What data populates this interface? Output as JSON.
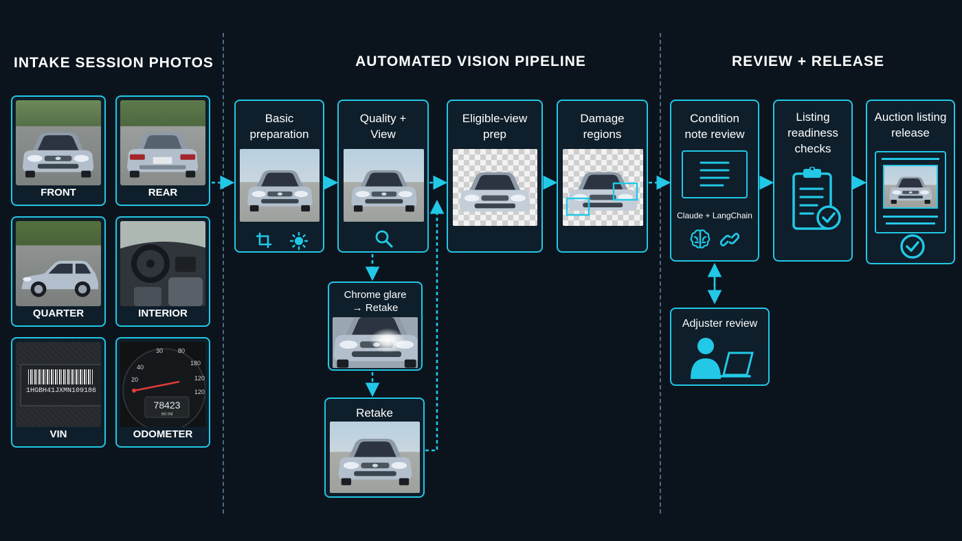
{
  "sections": {
    "intake": "INTAKE SESSION PHOTOS",
    "pipeline": "AUTOMATED VISION PIPELINE",
    "review": "REVIEW + RELEASE"
  },
  "intake_photos": [
    {
      "label": "FRONT"
    },
    {
      "label": "REAR"
    },
    {
      "label": "QUARTER"
    },
    {
      "label": "INTERIOR"
    },
    {
      "label": "VIN",
      "vin_text": "1HGBH41JXMN109186"
    },
    {
      "label": "ODOMETER",
      "reading": "78423",
      "unit": "mi mi",
      "dial_ticks": [
        "40",
        "30",
        "80",
        "20",
        "180",
        "120",
        "120"
      ]
    }
  ],
  "pipeline_steps": {
    "basic": {
      "title": "Basic preparation",
      "icons": [
        "crop-icon",
        "brightness-icon"
      ]
    },
    "quality": {
      "title": "Quality + View",
      "icons": [
        "magnifier-icon"
      ]
    },
    "eligible": {
      "title": "Eligible-view prep"
    },
    "damage": {
      "title": "Damage regions"
    },
    "glare": {
      "title": "Chrome glare → Retake"
    },
    "retake": {
      "title": "Retake"
    }
  },
  "review_steps": {
    "condition": {
      "title": "Condition note review",
      "tool_label": "Claude + LangChain",
      "icons": [
        "document-lines-icon",
        "brain-icon",
        "chain-link-icon"
      ]
    },
    "readiness": {
      "title": "Listing readiness checks",
      "icons": [
        "clipboard-check-icon"
      ]
    },
    "release": {
      "title": "Auction listing release",
      "icons": [
        "listing-page-icon",
        "check-circle-icon"
      ]
    },
    "adjuster": {
      "title": "Adjuster review",
      "icons": [
        "person-laptop-icon"
      ]
    }
  },
  "colors": {
    "background": "#0b141d",
    "accent": "#22c8e6",
    "card": "#0e1e2a",
    "divider": "#4d6a86",
    "car_silver": "#aab6c4"
  }
}
